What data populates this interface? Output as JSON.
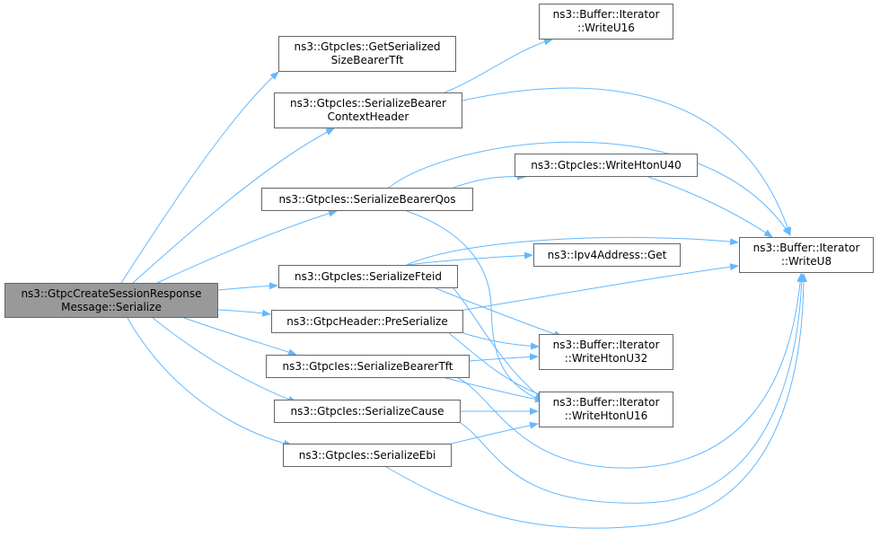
{
  "graph": {
    "edge_color": "#63b8ff",
    "nodes": {
      "root": {
        "line1": "ns3::GtpcCreateSessionResponse",
        "line2": "Message::Serialize"
      },
      "getser": {
        "line1": "ns3::GtpcIes::GetSerialized",
        "line2": "SizeBearerTft"
      },
      "serbch": {
        "line1": "ns3::GtpcIes::SerializeBearer",
        "line2": "ContextHeader"
      },
      "serqos": {
        "line1": "ns3::GtpcIes::SerializeBearerQos"
      },
      "serfteid": {
        "line1": "ns3::GtpcIes::SerializeFteid"
      },
      "preser": {
        "line1": "ns3::GtpcHeader::PreSerialize"
      },
      "sertft": {
        "line1": "ns3::GtpcIes::SerializeBearerTft"
      },
      "sercause": {
        "line1": "ns3::GtpcIes::SerializeCause"
      },
      "serebi": {
        "line1": "ns3::GtpcIes::SerializeEbi"
      },
      "wu16": {
        "line1": "ns3::Buffer::Iterator",
        "line2": "::WriteU16"
      },
      "whu40": {
        "line1": "ns3::GtpcIes::WriteHtonU40"
      },
      "ipv4get": {
        "line1": "ns3::Ipv4Address::Get"
      },
      "wu8": {
        "line1": "ns3::Buffer::Iterator",
        "line2": "::WriteU8"
      },
      "whu32": {
        "line1": "ns3::Buffer::Iterator",
        "line2": "::WriteHtonU32"
      },
      "whu16": {
        "line1": "ns3::Buffer::Iterator",
        "line2": "::WriteHtonU16"
      }
    }
  }
}
